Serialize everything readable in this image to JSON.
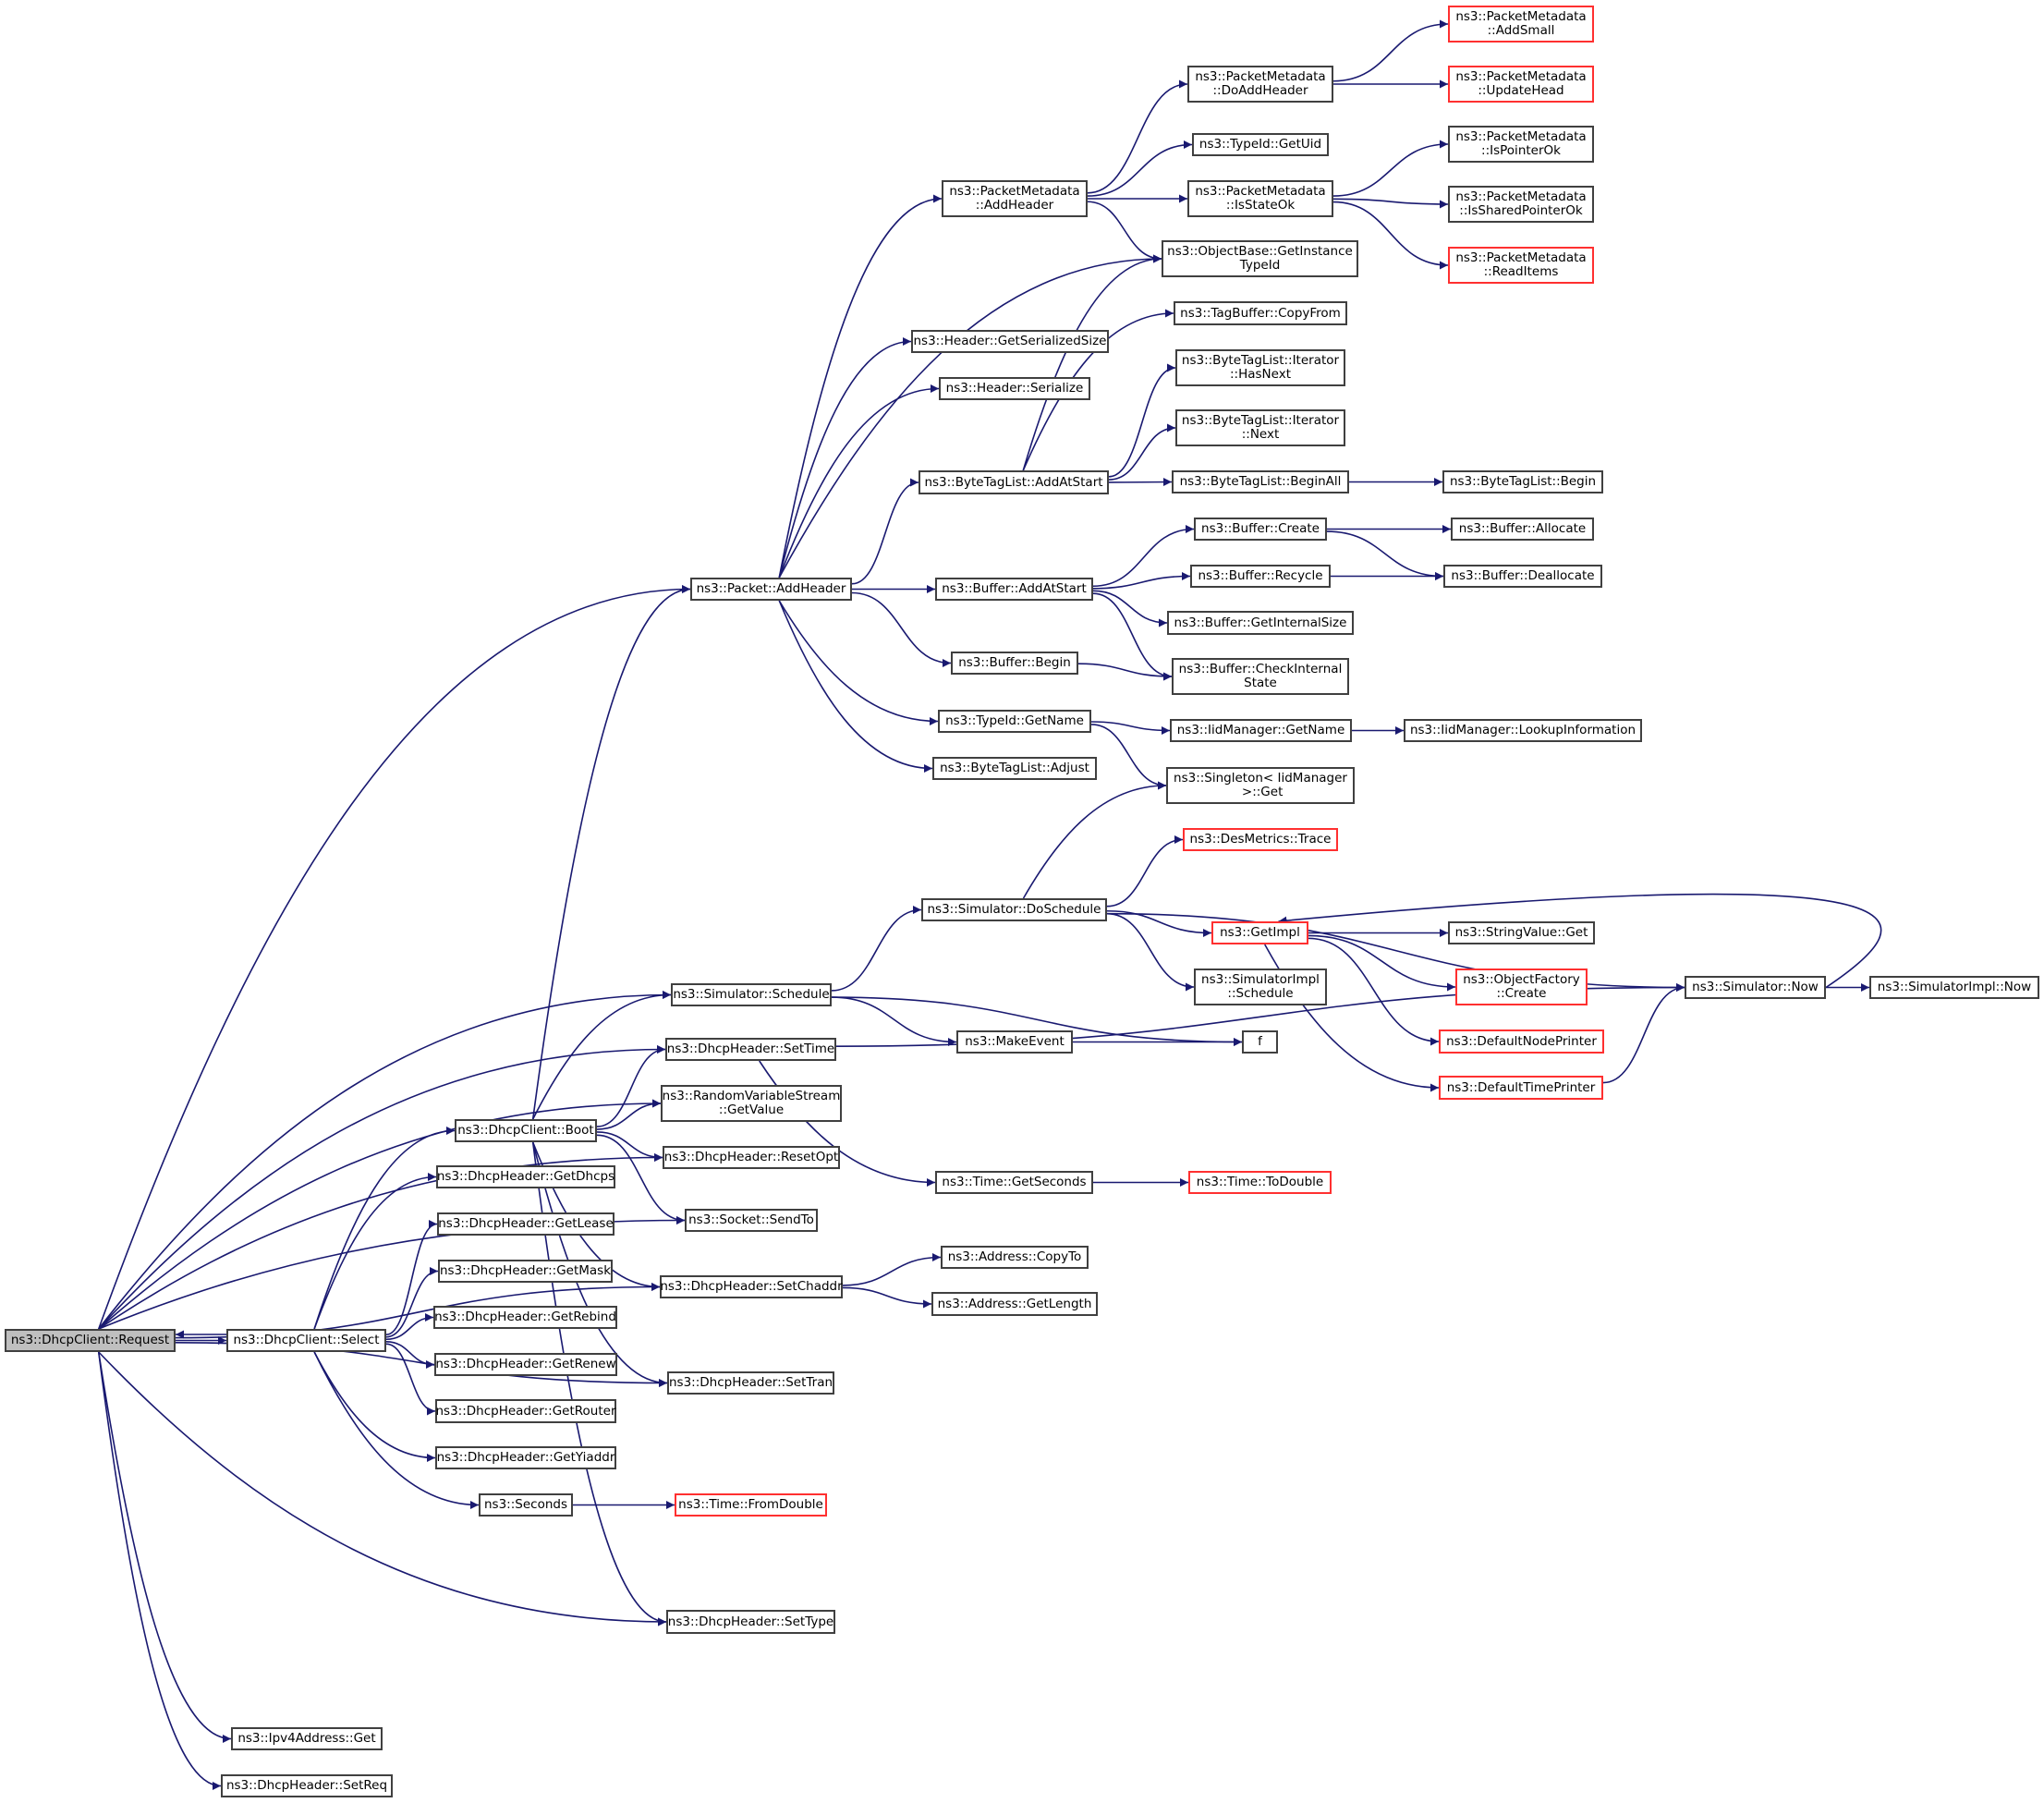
{
  "title": "Call graph of ns3::DhcpClient::Request",
  "colors": {
    "edge": "#191970",
    "node_border": "#404040",
    "truncated_border": "#ff3030",
    "root_fill": "#bfbfbf"
  },
  "nodes": [
    {
      "id": "request",
      "label": "ns3::DhcpClient::Request",
      "root": true
    },
    {
      "id": "select",
      "label": "ns3::DhcpClient::Select"
    },
    {
      "id": "boot",
      "label": "ns3::DhcpClient::Boot"
    },
    {
      "id": "getdhcps",
      "label": "ns3::DhcpHeader::GetDhcps"
    },
    {
      "id": "getlease",
      "label": "ns3::DhcpHeader::GetLease"
    },
    {
      "id": "getmask",
      "label": "ns3::DhcpHeader::GetMask"
    },
    {
      "id": "getrebind",
      "label": "ns3::DhcpHeader::GetRebind"
    },
    {
      "id": "getrenew",
      "label": "ns3::DhcpHeader::GetRenew"
    },
    {
      "id": "getrouter",
      "label": "ns3::DhcpHeader::GetRouter"
    },
    {
      "id": "getyiaddr",
      "label": "ns3::DhcpHeader::GetYiaddr"
    },
    {
      "id": "seconds",
      "label": "ns3::Seconds"
    },
    {
      "id": "ipv4get",
      "label": "ns3::Ipv4Address::Get"
    },
    {
      "id": "setreq",
      "label": "ns3::DhcpHeader::SetReq"
    },
    {
      "id": "pktaddheader",
      "label": "ns3::Packet::AddHeader"
    },
    {
      "id": "simschedule",
      "label": "ns3::Simulator::Schedule"
    },
    {
      "id": "settime",
      "label": "ns3::DhcpHeader::SetTime"
    },
    {
      "id": "rvsgetvalue",
      "label": "ns3::RandomVariableStream\n::GetValue"
    },
    {
      "id": "resetopt",
      "label": "ns3::DhcpHeader::ResetOpt"
    },
    {
      "id": "sendto",
      "label": "ns3::Socket::SendTo"
    },
    {
      "id": "setchaddr",
      "label": "ns3::DhcpHeader::SetChaddr"
    },
    {
      "id": "settran",
      "label": "ns3::DhcpHeader::SetTran"
    },
    {
      "id": "fromdouble",
      "label": "ns3::Time::FromDouble",
      "truncated": true
    },
    {
      "id": "settype",
      "label": "ns3::DhcpHeader::SetType"
    },
    {
      "id": "pmaddheader",
      "label": "ns3::PacketMetadata\n::AddHeader"
    },
    {
      "id": "getserialized",
      "label": "ns3::Header::GetSerializedSize"
    },
    {
      "id": "serialize",
      "label": "ns3::Header::Serialize"
    },
    {
      "id": "btladdatstart",
      "label": "ns3::ByteTagList::AddAtStart"
    },
    {
      "id": "bufaddatstart",
      "label": "ns3::Buffer::AddAtStart"
    },
    {
      "id": "bufbegin",
      "label": "ns3::Buffer::Begin"
    },
    {
      "id": "typeidgetname",
      "label": "ns3::TypeId::GetName"
    },
    {
      "id": "btladjust",
      "label": "ns3::ByteTagList::Adjust"
    },
    {
      "id": "doschedule",
      "label": "ns3::Simulator::DoSchedule"
    },
    {
      "id": "makeevent",
      "label": "ns3::MakeEvent"
    },
    {
      "id": "getseconds",
      "label": "ns3::Time::GetSeconds"
    },
    {
      "id": "copyto",
      "label": "ns3::Address::CopyTo"
    },
    {
      "id": "getlength",
      "label": "ns3::Address::GetLength"
    },
    {
      "id": "doaddheader",
      "label": "ns3::PacketMetadata\n::DoAddHeader"
    },
    {
      "id": "getuid",
      "label": "ns3::TypeId::GetUid"
    },
    {
      "id": "isstateok",
      "label": "ns3::PacketMetadata\n::IsStateOk"
    },
    {
      "id": "getinstancetypeid",
      "label": "ns3::ObjectBase::GetInstance\nTypeId"
    },
    {
      "id": "copyfrom",
      "label": "ns3::TagBuffer::CopyFrom"
    },
    {
      "id": "hasnext",
      "label": "ns3::ByteTagList::Iterator\n::HasNext"
    },
    {
      "id": "next",
      "label": "ns3::ByteTagList::Iterator\n::Next"
    },
    {
      "id": "beginall",
      "label": "ns3::ByteTagList::BeginAll"
    },
    {
      "id": "bufcreate",
      "label": "ns3::Buffer::Create"
    },
    {
      "id": "recycle",
      "label": "ns3::Buffer::Recycle"
    },
    {
      "id": "getinternalsize",
      "label": "ns3::Buffer::GetInternalSize"
    },
    {
      "id": "checkinternal",
      "label": "ns3::Buffer::CheckInternal\nState"
    },
    {
      "id": "iidgetname",
      "label": "ns3::IidManager::GetName"
    },
    {
      "id": "singletonget",
      "label": "ns3::Singleton< IidManager\n >::Get"
    },
    {
      "id": "destrace",
      "label": "ns3::DesMetrics::Trace",
      "truncated": true
    },
    {
      "id": "getimpl",
      "label": "ns3::GetImpl",
      "truncated": true
    },
    {
      "id": "simimplschedule",
      "label": "ns3::SimulatorImpl\n::Schedule"
    },
    {
      "id": "f",
      "label": "f"
    },
    {
      "id": "todouble",
      "label": "ns3::Time::ToDouble",
      "truncated": true
    },
    {
      "id": "addsmall",
      "label": "ns3::PacketMetadata\n::AddSmall",
      "truncated": true
    },
    {
      "id": "updatehead",
      "label": "ns3::PacketMetadata\n::UpdateHead",
      "truncated": true
    },
    {
      "id": "ispointerok",
      "label": "ns3::PacketMetadata\n::IsPointerOk"
    },
    {
      "id": "issharedpointerok",
      "label": "ns3::PacketMetadata\n::IsSharedPointerOk"
    },
    {
      "id": "readitems",
      "label": "ns3::PacketMetadata\n::ReadItems",
      "truncated": true
    },
    {
      "id": "btlbegin",
      "label": "ns3::ByteTagList::Begin"
    },
    {
      "id": "allocate",
      "label": "ns3::Buffer::Allocate"
    },
    {
      "id": "deallocate",
      "label": "ns3::Buffer::Deallocate"
    },
    {
      "id": "lookupinfo",
      "label": "ns3::IidManager::LookupInformation"
    },
    {
      "id": "stringvalueget",
      "label": "ns3::StringValue::Get"
    },
    {
      "id": "objfactorycreate",
      "label": "ns3::ObjectFactory\n::Create",
      "truncated": true
    },
    {
      "id": "defnodeprinter",
      "label": "ns3::DefaultNodePrinter",
      "truncated": true
    },
    {
      "id": "deftimeprinter",
      "label": "ns3::DefaultTimePrinter",
      "truncated": true
    },
    {
      "id": "simnow",
      "label": "ns3::Simulator::Now"
    },
    {
      "id": "simimplnow",
      "label": "ns3::SimulatorImpl::Now"
    }
  ],
  "edges": [
    [
      "request",
      "select"
    ],
    [
      "select",
      "request"
    ],
    [
      "request",
      "pktaddheader"
    ],
    [
      "request",
      "simschedule"
    ],
    [
      "request",
      "settime"
    ],
    [
      "request",
      "rvsgetvalue"
    ],
    [
      "request",
      "resetopt"
    ],
    [
      "request",
      "sendto"
    ],
    [
      "request",
      "setchaddr"
    ],
    [
      "request",
      "settran"
    ],
    [
      "request",
      "settype"
    ],
    [
      "request",
      "ipv4get"
    ],
    [
      "request",
      "setreq"
    ],
    [
      "select",
      "boot"
    ],
    [
      "select",
      "getdhcps"
    ],
    [
      "select",
      "getlease"
    ],
    [
      "select",
      "getmask"
    ],
    [
      "select",
      "getrebind"
    ],
    [
      "select",
      "getrenew"
    ],
    [
      "select",
      "getrouter"
    ],
    [
      "select",
      "getyiaddr"
    ],
    [
      "select",
      "seconds"
    ],
    [
      "boot",
      "pktaddheader"
    ],
    [
      "boot",
      "simschedule"
    ],
    [
      "boot",
      "settime"
    ],
    [
      "boot",
      "rvsgetvalue"
    ],
    [
      "boot",
      "resetopt"
    ],
    [
      "boot",
      "sendto"
    ],
    [
      "boot",
      "setchaddr"
    ],
    [
      "boot",
      "settran"
    ],
    [
      "boot",
      "settype"
    ],
    [
      "seconds",
      "fromdouble"
    ],
    [
      "pktaddheader",
      "pmaddheader"
    ],
    [
      "pktaddheader",
      "getserialized"
    ],
    [
      "pktaddheader",
      "serialize"
    ],
    [
      "pktaddheader",
      "getinstancetypeid"
    ],
    [
      "pktaddheader",
      "btladdatstart"
    ],
    [
      "pktaddheader",
      "bufaddatstart"
    ],
    [
      "pktaddheader",
      "bufbegin"
    ],
    [
      "pktaddheader",
      "typeidgetname"
    ],
    [
      "pktaddheader",
      "btladjust"
    ],
    [
      "pmaddheader",
      "doaddheader"
    ],
    [
      "pmaddheader",
      "getuid"
    ],
    [
      "pmaddheader",
      "isstateok"
    ],
    [
      "pmaddheader",
      "getinstancetypeid"
    ],
    [
      "doaddheader",
      "addsmall"
    ],
    [
      "doaddheader",
      "updatehead"
    ],
    [
      "isstateok",
      "ispointerok"
    ],
    [
      "isstateok",
      "issharedpointerok"
    ],
    [
      "isstateok",
      "readitems"
    ],
    [
      "btladdatstart",
      "getinstancetypeid"
    ],
    [
      "btladdatstart",
      "copyfrom"
    ],
    [
      "btladdatstart",
      "hasnext"
    ],
    [
      "btladdatstart",
      "next"
    ],
    [
      "btladdatstart",
      "beginall"
    ],
    [
      "beginall",
      "btlbegin"
    ],
    [
      "bufaddatstart",
      "bufcreate"
    ],
    [
      "bufaddatstart",
      "recycle"
    ],
    [
      "bufaddatstart",
      "getinternalsize"
    ],
    [
      "bufaddatstart",
      "checkinternal"
    ],
    [
      "bufcreate",
      "allocate"
    ],
    [
      "bufcreate",
      "deallocate"
    ],
    [
      "recycle",
      "deallocate"
    ],
    [
      "bufbegin",
      "checkinternal"
    ],
    [
      "typeidgetname",
      "iidgetname"
    ],
    [
      "typeidgetname",
      "singletonget"
    ],
    [
      "iidgetname",
      "lookupinfo"
    ],
    [
      "simschedule",
      "doschedule"
    ],
    [
      "simschedule",
      "makeevent"
    ],
    [
      "simschedule",
      "f"
    ],
    [
      "makeevent",
      "f"
    ],
    [
      "doschedule",
      "singletonget"
    ],
    [
      "doschedule",
      "destrace"
    ],
    [
      "doschedule",
      "getimpl"
    ],
    [
      "doschedule",
      "simimplschedule"
    ],
    [
      "doschedule",
      "simnow"
    ],
    [
      "getimpl",
      "stringvalueget"
    ],
    [
      "getimpl",
      "objfactorycreate"
    ],
    [
      "getimpl",
      "defnodeprinter"
    ],
    [
      "getimpl",
      "deftimeprinter"
    ],
    [
      "deftimeprinter",
      "simnow"
    ],
    [
      "simnow",
      "getimpl"
    ],
    [
      "simnow",
      "simimplnow"
    ],
    [
      "settime",
      "getseconds"
    ],
    [
      "settime",
      "simnow"
    ],
    [
      "getseconds",
      "todouble"
    ],
    [
      "setchaddr",
      "copyto"
    ],
    [
      "setchaddr",
      "getlength"
    ]
  ]
}
